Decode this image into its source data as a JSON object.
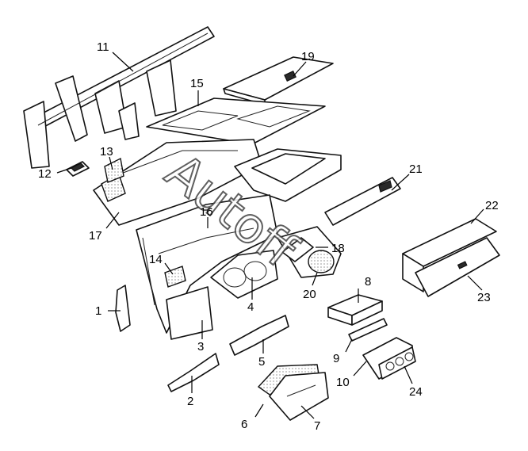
{
  "watermark": {
    "text": "Autoff"
  },
  "callouts": [
    {
      "id": "1",
      "label": "1"
    },
    {
      "id": "2",
      "label": "2"
    },
    {
      "id": "3",
      "label": "3"
    },
    {
      "id": "4",
      "label": "4"
    },
    {
      "id": "5",
      "label": "5"
    },
    {
      "id": "6",
      "label": "6"
    },
    {
      "id": "7",
      "label": "7"
    },
    {
      "id": "8",
      "label": "8"
    },
    {
      "id": "9",
      "label": "9"
    },
    {
      "id": "10",
      "label": "10"
    },
    {
      "id": "11",
      "label": "11"
    },
    {
      "id": "12",
      "label": "12"
    },
    {
      "id": "13",
      "label": "13"
    },
    {
      "id": "14",
      "label": "14"
    },
    {
      "id": "15",
      "label": "15"
    },
    {
      "id": "16",
      "label": "16"
    },
    {
      "id": "17",
      "label": "17"
    },
    {
      "id": "18",
      "label": "18"
    },
    {
      "id": "19",
      "label": "19"
    },
    {
      "id": "20",
      "label": "20"
    },
    {
      "id": "21",
      "label": "21"
    },
    {
      "id": "22",
      "label": "22"
    },
    {
      "id": "23",
      "label": "23"
    },
    {
      "id": "24",
      "label": "24"
    }
  ]
}
